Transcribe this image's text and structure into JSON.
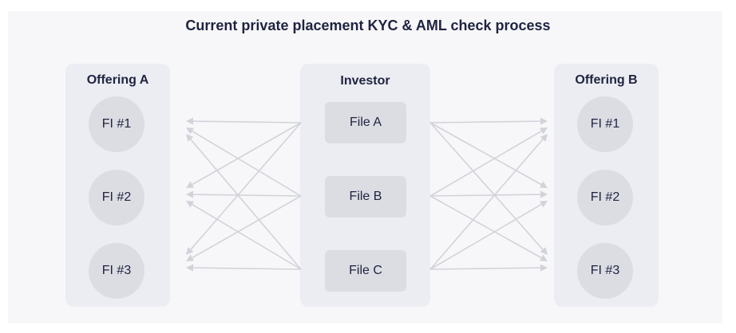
{
  "title": "Current private placement KYC & AML check process",
  "colors": {
    "background": "#f7f7f9",
    "panel": "#ecedf2",
    "node": "#dcdde3",
    "arrow": "#d2d3da",
    "text": "#1f2340"
  },
  "offering_a": {
    "label": "Offering A",
    "nodes": [
      "FI #1",
      "FI #2",
      "FI #3"
    ]
  },
  "investor": {
    "label": "Investor",
    "files": [
      "File A",
      "File B",
      "File C"
    ]
  },
  "offering_b": {
    "label": "Offering B",
    "nodes": [
      "FI #1",
      "FI #2",
      "FI #3"
    ]
  }
}
